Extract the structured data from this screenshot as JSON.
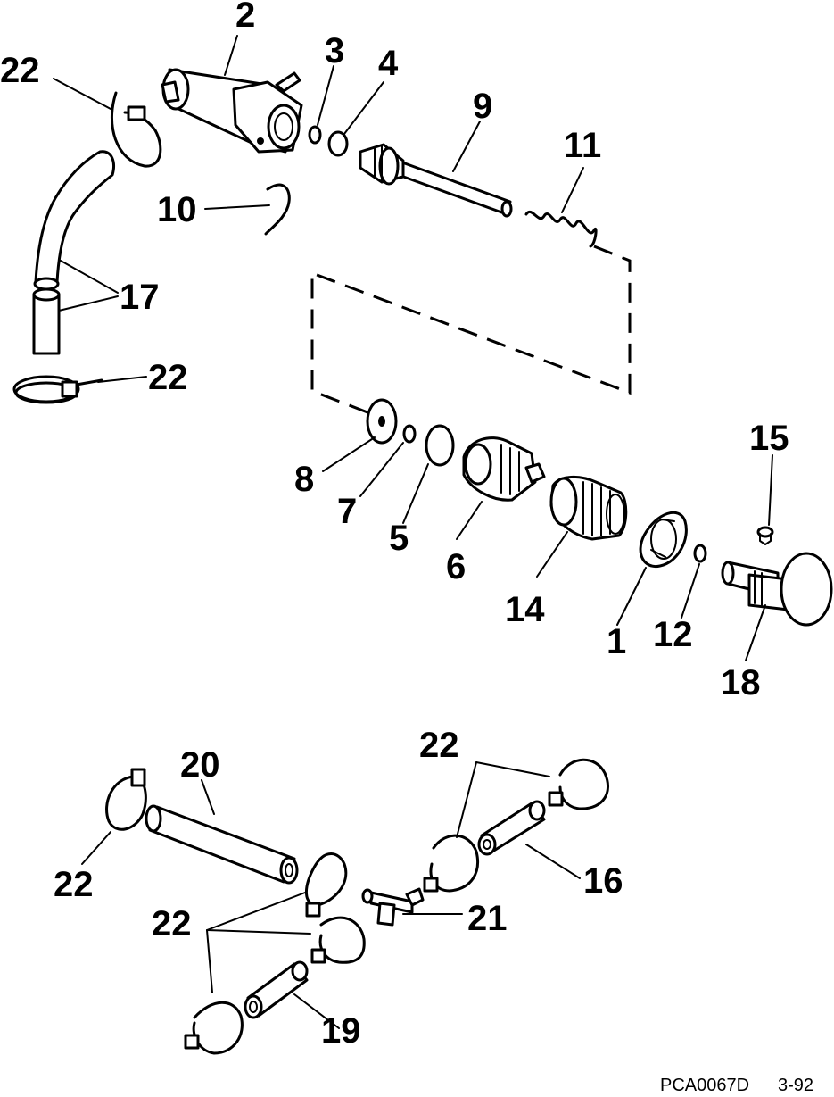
{
  "callouts": {
    "c2": "2",
    "c3": "3",
    "c4": "4",
    "c9": "9",
    "c11": "11",
    "c10": "10",
    "c22a": "22",
    "c17": "17",
    "c22b": "22",
    "c15": "15",
    "c8": "8",
    "c7": "7",
    "c5": "5",
    "c6": "6",
    "c14": "14",
    "c1": "1",
    "c12": "12",
    "c18": "18",
    "c20": "20",
    "c22c": "22",
    "c22d": "22",
    "c16": "16",
    "c22e": "22",
    "c21": "21",
    "c19": "19"
  },
  "footer": {
    "code": "PCA0067D",
    "date": "3-92"
  }
}
